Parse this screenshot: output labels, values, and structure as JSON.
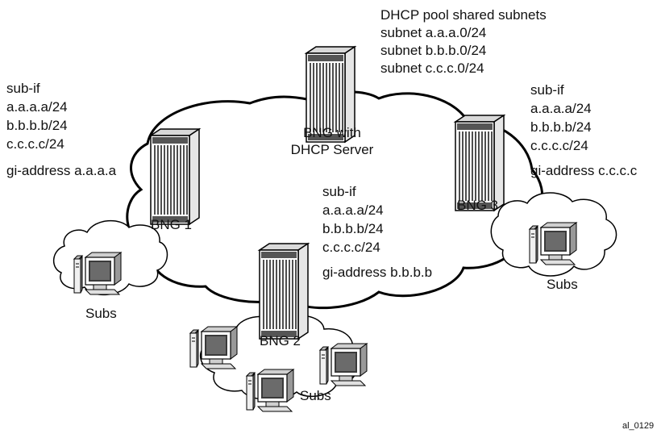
{
  "pool": {
    "title": "DHCP pool shared subnets",
    "subnets": [
      "subnet a.a.a.0/24",
      "subnet b.b.b.0/24",
      "subnet c.c.c.0/24"
    ]
  },
  "server": {
    "line1": "BNG with",
    "line2": "DHCP Server"
  },
  "bng1": {
    "label": "BNG 1",
    "subif": [
      "sub-if",
      "a.a.a.a/24",
      "b.b.b.b/24",
      "c.c.c.c/24"
    ],
    "giaddr": "gi-address a.a.a.a"
  },
  "bng2": {
    "label": "BNG 2",
    "subif": [
      "sub-if",
      "a.a.a.a/24",
      "b.b.b.b/24",
      "c.c.c.c/24"
    ],
    "giaddr": "gi-address b.b.b.b"
  },
  "bng3": {
    "label": "BNG 3",
    "subif": [
      "sub-if",
      "a.a.a.a/24",
      "b.b.b.b/24",
      "c.c.c.c/24"
    ],
    "giaddr": "gi-address c.c.c.c"
  },
  "subs_label": "Subs",
  "figure_id": "al_0129"
}
